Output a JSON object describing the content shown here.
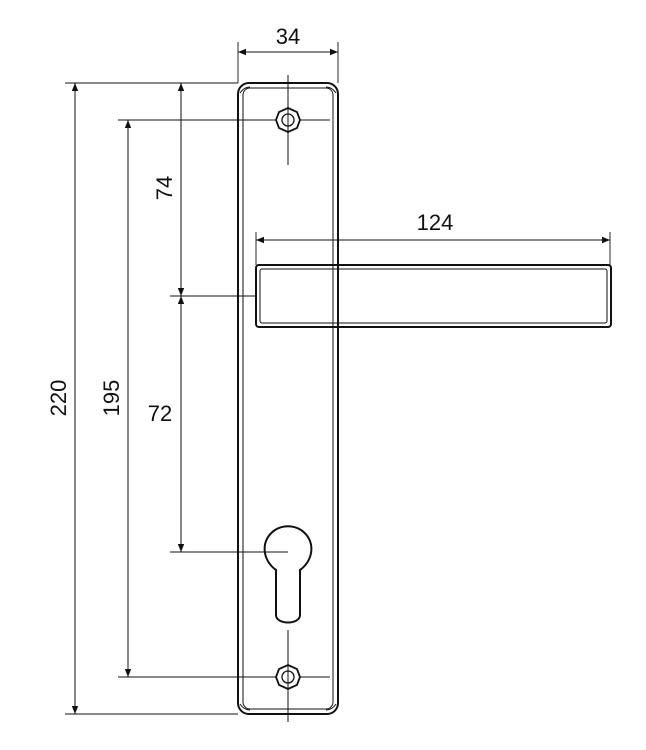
{
  "dimensions": {
    "plate_width": "34",
    "handle_length": "124",
    "overall_height": "220",
    "screw_spacing": "195",
    "top_to_handle": "74",
    "handle_to_cylinder": "72"
  },
  "colors": {
    "line": "#111111",
    "background": "#ffffff"
  }
}
